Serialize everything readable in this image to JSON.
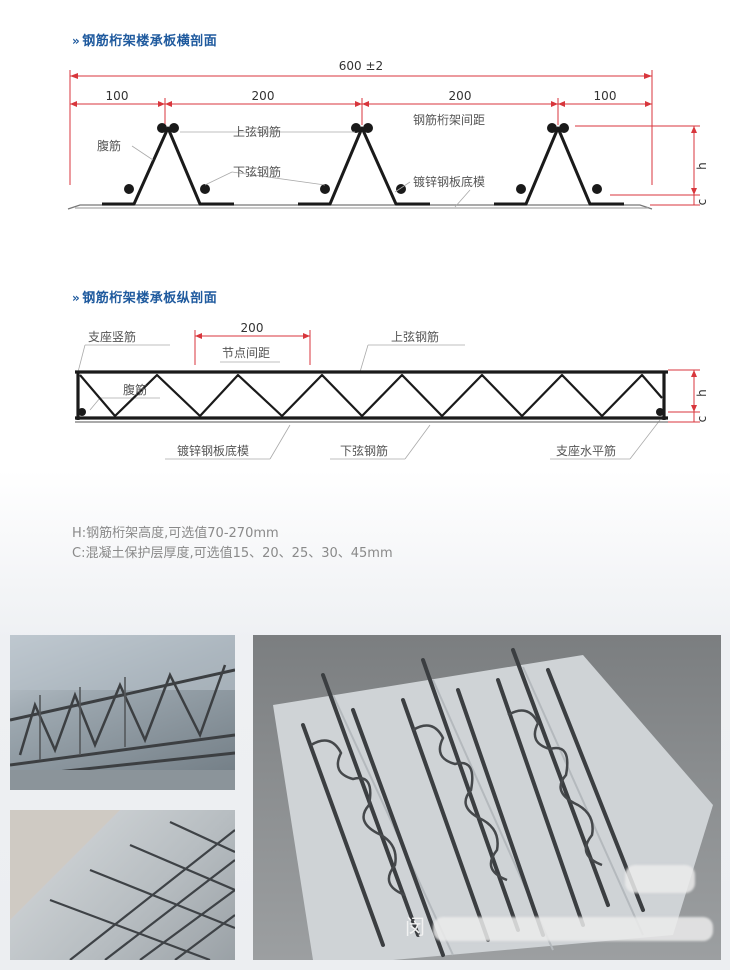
{
  "section1": {
    "title": "钢筋桁架楼承板横剖面",
    "dim_total": "600 ±2",
    "dims": [
      "100",
      "200",
      "200",
      "100"
    ],
    "labels": {
      "web": "腹筋",
      "top_chord": "上弦钢筋",
      "bottom_chord": "下弦钢筋",
      "spacing": "钢筋桁架间距",
      "deck": "镀锌钢板底模",
      "h": "h",
      "c": "c"
    }
  },
  "section2": {
    "title": "钢筋桁架楼承板纵剖面",
    "dim_node": "200",
    "labels": {
      "support_vertical": "支座竖筋",
      "node_spacing": "节点间距",
      "top_chord": "上弦钢筋",
      "web": "腹筋",
      "deck": "镀锌钢板底模",
      "bottom_chord": "下弦钢筋",
      "support_horizontal": "支座水平筋",
      "h": "h",
      "c": "c"
    }
  },
  "notes": [
    "H:钢筋桁架高度,可选值70-270mm",
    "C:混凝土保护层厚度,可选值15、20、25、30、45mm"
  ],
  "watermark": "闵",
  "colors": {
    "title_blue": "#1f5a9e",
    "dim_red": "#d8363c",
    "steel": "#1a1a1a",
    "note_gray": "#8a8a8a"
  }
}
